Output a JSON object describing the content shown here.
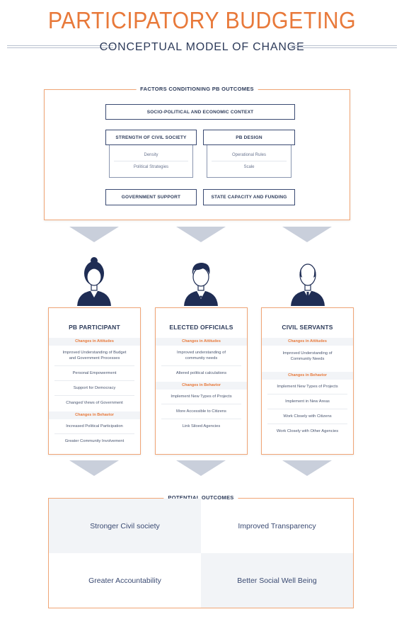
{
  "header": {
    "title": "PARTICIPATORY BUDGETING",
    "subtitle": "CONCEPTUAL MODEL OF CHANGE"
  },
  "factors": {
    "title": "FACTORS CONDITIONING PB OUTCOMES",
    "context": "SOCIO-POLITICAL AND ECONOMIC CONTEXT",
    "civil_society": {
      "label": "STRENGTH OF CIVIL SOCIETY",
      "items": [
        "Density",
        "Political Strategies"
      ]
    },
    "pb_design": {
      "label": "PB DESIGN",
      "items": [
        "Operational Rules",
        "Scale"
      ]
    },
    "government_support": "GOVERNMENT SUPPORT",
    "state_capacity": "STATE CAPACITY AND FUNDING"
  },
  "actors": [
    {
      "title": "PB PARTICIPANT",
      "attitudes_label": "Changes in Attitudes",
      "attitudes": [
        "Improved Understanding of Budget and Government Processes",
        "Personal Empowerment",
        "Support for Democracy",
        "Changed Views of Government"
      ],
      "behavior_label": "Changes in Behavior",
      "behavior": [
        "Increased Political Participation",
        "Greater Community Involvement"
      ]
    },
    {
      "title": "ELECTED OFFICIALS",
      "attitudes_label": "Changes in Attitudes",
      "attitudes": [
        "Improved understanding of community needs",
        "Altered political calculations"
      ],
      "behavior_label": "Changes in Behavior",
      "behavior": [
        "Implement New Types of Projects",
        "More Accessible to Citizens",
        "Link Siloed Agencies"
      ]
    },
    {
      "title": "CIVIL SERVANTS",
      "attitudes_label": "Changes in Attitudes",
      "attitudes": [
        "Improved Understanding of Community Needs"
      ],
      "behavior_label": "Changes in Behavior",
      "behavior": [
        "Implement New Types of Projects",
        "Implement in New Areas",
        "Work Closely with Citizens",
        "Work Closely with Other Agencies"
      ]
    }
  ],
  "outcomes": {
    "title": "POTENTIAL OUTCOMES",
    "items": [
      "Stronger Civil society",
      "Improved Transparency",
      "Greater Accountability",
      "Better Social Well Being"
    ]
  },
  "icons": {
    "avatars": [
      "woman-avatar-icon",
      "man-avatar-icon",
      "bald-man-avatar-icon"
    ],
    "arrows": "chevron-down-icon"
  },
  "colors": {
    "accent": "#e8793a",
    "navy": "#2d3b5a",
    "border": "#f0a576",
    "arrow": "#c9cfdb",
    "tile": "#f2f4f7"
  }
}
